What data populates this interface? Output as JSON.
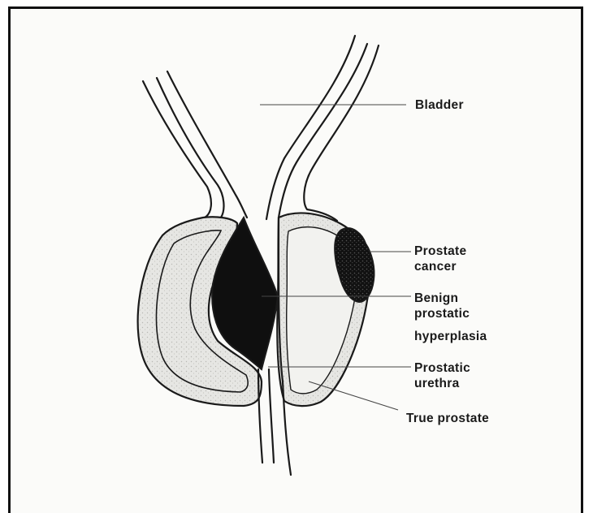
{
  "labels": {
    "bladder": "Bladder",
    "prostate_cancer": "Prostate\ncancer",
    "bph_line1": "Benign",
    "bph_line2": "prostatic",
    "bph_line3": "hyperplasia",
    "urethra": "Prostatic\nurethra",
    "true_prostate": "True prostate"
  },
  "colors": {
    "ink": "#1a1a1a",
    "frame": "#111111",
    "paper": "#fbfbf9",
    "shade": "#d9d9d6"
  }
}
